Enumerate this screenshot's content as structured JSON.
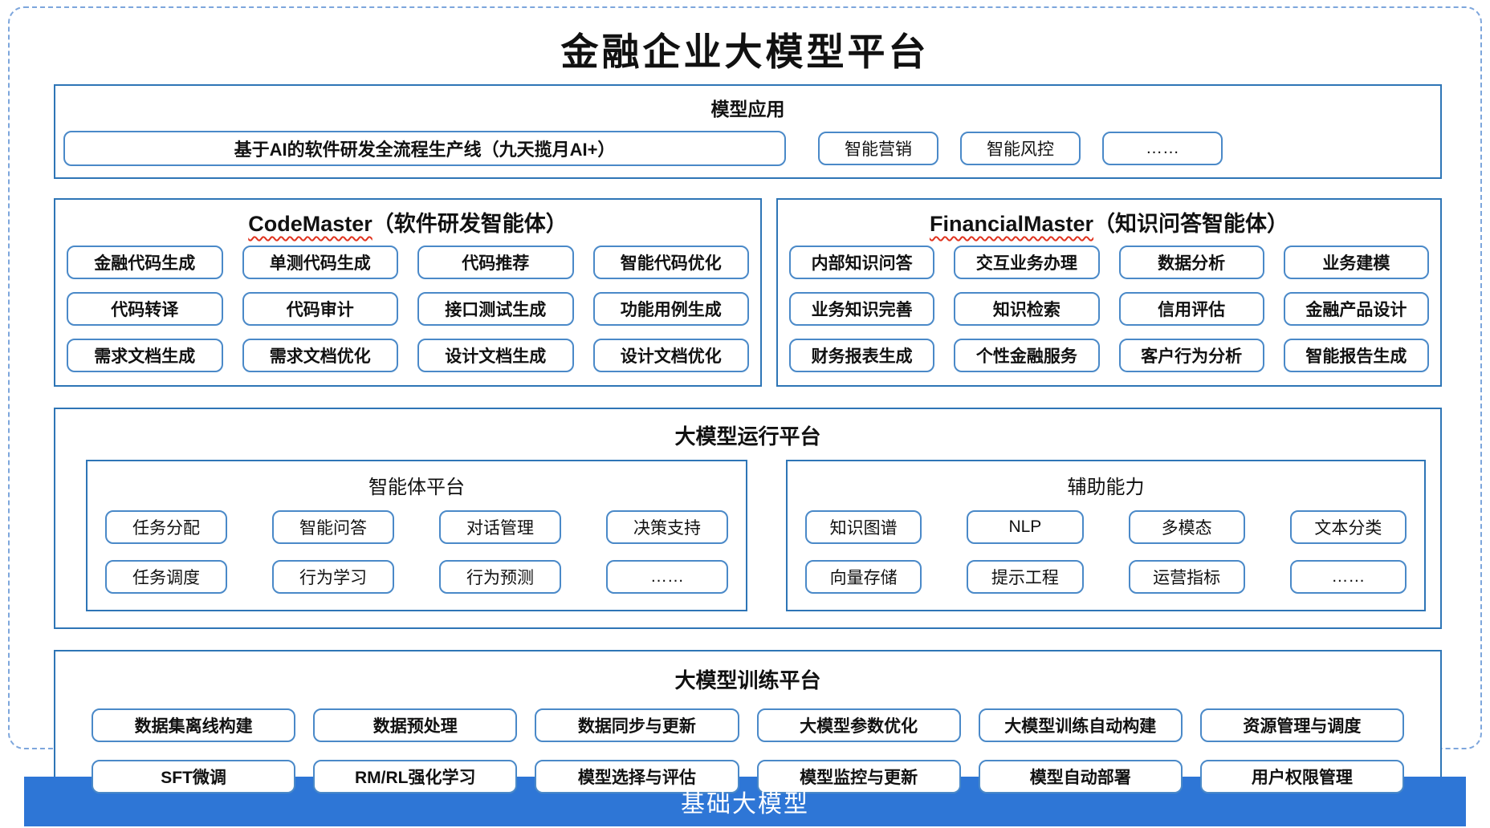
{
  "title": "金融企业大模型平台",
  "colors": {
    "section_border": "#2e75b6",
    "item_border": "#4a89c8",
    "outer_dashed_border": "#7da6dc",
    "base_bar_background": "#2e76d6",
    "base_bar_text": "#ffffff",
    "spellcheck_squiggle": "#e0321e"
  },
  "sections": {
    "apps": {
      "header": "模型应用",
      "main_item": "基于AI的软件研发全流程生产线（九天揽月AI+）",
      "items": [
        "智能营销",
        "智能风控",
        "……"
      ]
    },
    "code_master": {
      "header_en": "CodeMaster",
      "header_zh": "（软件研发智能体）",
      "items": [
        "金融代码生成",
        "单测代码生成",
        "代码推荐",
        "智能代码优化",
        "代码转译",
        "代码审计",
        "接口测试生成",
        "功能用例生成",
        "需求文档生成",
        "需求文档优化",
        "设计文档生成",
        "设计文档优化"
      ]
    },
    "financial_master": {
      "header_en": "FinancialMaster",
      "header_zh": "（知识问答智能体）",
      "items": [
        "内部知识问答",
        "交互业务办理",
        "数据分析",
        "业务建模",
        "业务知识完善",
        "知识检索",
        "信用评估",
        "金融产品设计",
        "财务报表生成",
        "个性金融服务",
        "客户行为分析",
        "智能报告生成"
      ]
    },
    "runtime": {
      "header": "大模型运行平台",
      "agent_platform": {
        "header": "智能体平台",
        "items": [
          "任务分配",
          "智能问答",
          "对话管理",
          "决策支持",
          "任务调度",
          "行为学习",
          "行为预测",
          "……"
        ]
      },
      "aux_ability": {
        "header": "辅助能力",
        "items": [
          "知识图谱",
          "NLP",
          "多模态",
          "文本分类",
          "向量存储",
          "提示工程",
          "运营指标",
          "……"
        ]
      }
    },
    "training": {
      "header": "大模型训练平台",
      "items": [
        "数据集离线构建",
        "数据预处理",
        "数据同步与更新",
        "大模型参数优化",
        "大模型训练自动构建",
        "资源管理与调度",
        "SFT微调",
        "RM/RL强化学习",
        "模型选择与评估",
        "模型监控与更新",
        "模型自动部署",
        "用户权限管理"
      ]
    },
    "base_model": {
      "label": "基础大模型"
    }
  }
}
